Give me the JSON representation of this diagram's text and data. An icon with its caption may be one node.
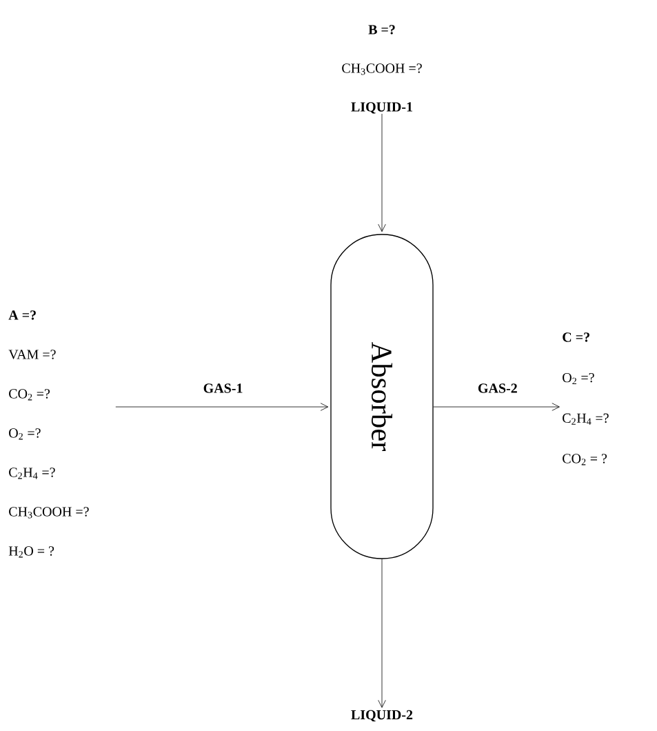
{
  "diagram": {
    "nodes": [
      {
        "text": [
          "Absorber"
        ]
      },
      {
        "text": [
          "A =?",
          "VAM =?",
          "CO$_{2}$ =?",
          "O$_{2}$ =?",
          "C$_{2}$H$_{4}$ =?",
          "CH$_{3}$COOH =?",
          "H$_{2}$O = ?"
        ]
      },
      {
        "text": [
          "B =?",
          "CH$_{3}$COOH =?",
          "LIQUID-1"
        ]
      },
      {
        "text": [
          "C =?",
          "O$_{2}$ =?",
          "C$_{2}$H$_{4}$ =?",
          "CO$_{2}$ = ?"
        ]
      },
      {
        "text": [
          "LIQUID-2"
        ]
      }
    ],
    "edges": [
      {
        "from": 1,
        "to": 0,
        "arrow": "to",
        "label": "GAS-1"
      },
      {
        "from": 2,
        "to": 0,
        "arrow": "to"
      },
      {
        "from": 0,
        "to": 3,
        "arrow": "to",
        "label": "GAS-2"
      },
      {
        "from": 0,
        "to": 4,
        "arrow": "to"
      }
    ]
  }
}
